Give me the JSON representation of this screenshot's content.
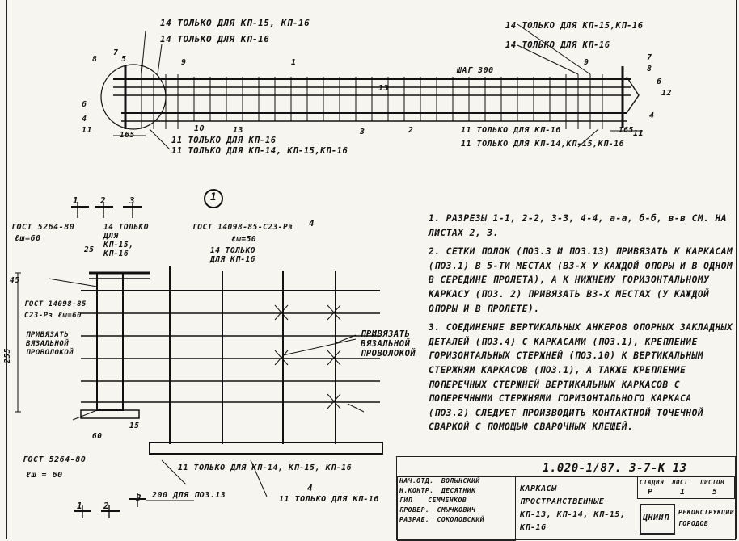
{
  "top_view": {
    "labels": {
      "k1": "14 ТОЛЬКО ДЛЯ КП-15, КП-16",
      "k2": "14 ТОЛЬКО ДЛЯ КП-16",
      "k3": "14 ТОЛЬКО ДЛЯ КП-15,КП-16",
      "k4": "14 ТОЛЬКО ДЛЯ КП-16",
      "b1": "11 ТОЛЬКО ДЛЯ КП-16",
      "b2": "11 ТОЛЬКО ДЛЯ КП-14, КП-15,КП-16",
      "b3": "11 ТОЛЬКО ДЛЯ КП-16",
      "b4": "11 ТОЛЬКО ДЛЯ КП-14,КП-15,КП-16",
      "step": "ШАГ 300",
      "dim_left": "165",
      "dim_right": "165"
    },
    "numbers": [
      "8",
      "7",
      "5",
      "9",
      "1",
      "6",
      "4",
      "11",
      "10",
      "13",
      "3",
      "2",
      "13",
      "9",
      "7",
      "8",
      "6",
      "12",
      "4",
      "11"
    ]
  },
  "section_view": {
    "circle_label": "1",
    "section_marks": [
      "1",
      "2",
      "3",
      "1",
      "2",
      "3",
      "4",
      "4"
    ],
    "labels": {
      "gost_top_left": "ГОСТ 5264-80",
      "esh_top_left": "ℓш=60",
      "only_15_16": "14 ТОЛЬКО ДЛЯ КП-15, КП-16",
      "gost_top_mid": "ГОСТ 14098-85-С23-Рз",
      "esh_mid": "ℓш=50",
      "only_16": "14 ТОЛЬКО ДЛЯ КП-16",
      "gost_left_mid": "ГОСТ 14098-85",
      "gost_left_mid2": "С23-Рз ℓш=60",
      "tie_wire_left": "ПРИВЯЗАТЬ ВЯЗАЛЬНОЙ ПРОВОЛОКОЙ",
      "tie_wire_right": "ПРИВЯЗАТЬ ВЯЗАЛЬНОЙ ПРОВОЛОКОЙ",
      "gost_bottom": "ГОСТ 5264-80",
      "esh_bottom": "ℓш = 60",
      "bottom_only_1": "11 ТОЛЬКО ДЛЯ КП-14, КП-15, КП-16",
      "bottom_only_2": "11 ТОЛЬКО ДЛЯ КП-16",
      "dim_200": "200 ДЛЯ ПОЗ.13",
      "dim_255": "255",
      "dim_45": "45",
      "dim_25": "25",
      "dim_60": "60",
      "dim_15": "15"
    }
  },
  "notes": [
    "1. РАЗРЕЗЫ 1-1, 2-2, 3-3, 4-4, а-а, б-б, в-в СМ. НА ЛИСТАХ 2, 3.",
    "2. СЕТКИ ПОЛОК (ПОЗ.3 И ПОЗ.13) ПРИВЯЗАТЬ К КАРКАСАМ (ПОЗ.1) В 5-ТИ МЕСТАХ (ВЗ-Х У КАЖДОЙ ОПОРЫ И В ОДНОМ В СЕРЕДИНЕ ПРОЛЕТА), А К НИЖНЕМУ ГОРИЗОНТАЛЬНОМУ КАРКАСУ (ПОЗ. 2) ПРИВЯЗАТЬ ВЗ-Х МЕСТАХ (У КАЖДОЙ ОПОРЫ И В ПРОЛЕТЕ).",
    "3. СОЕДИНЕНИЕ ВЕРТИКАЛЬНЫХ АНКЕРОВ ОПОРНЫХ ЗАКЛАДНЫХ ДЕТАЛЕЙ (ПОЗ.4) С КАРКАСАМИ (ПОЗ.1), КРЕПЛЕНИЕ ГОРИЗОНТАЛЬНЫХ СТЕРЖНЕЙ (ПОЗ.10) К ВЕРТИКАЛЬНЫМ СТЕРЖНЯМ КАРКАСОВ (ПОЗ.1), А ТАКЖЕ КРЕПЛЕНИЕ ПОПЕРЕЧНЫХ СТЕРЖНЕЙ ВЕРТИКАЛЬНЫХ КАРКАСОВ С ПОПЕРЕЧНЫМИ СТЕРЖНЯМИ ГОРИЗОНТАЛЬНОГО КАРКАСА (ПОЗ.2) СЛЕДУЕТ ПРОИЗВОДИТЬ КОНТАКТНОЙ ТОЧЕЧНОЙ СВАРКОЙ С ПОМОЩЬЮ СВАРОЧНЫХ КЛЕЩЕЙ."
  ],
  "title_block": {
    "doc_number": "1.020-1/87. 3-7-К 13",
    "title": "КАРКАСЫ ПРОСТРАНСТВЕННЫЕ КП-13, КП-14, КП-15, КП-16",
    "stage_header": "СТАДИЯ",
    "sheet_header": "ЛИСТ",
    "sheets_header": "ЛИСТОВ",
    "stage": "Р",
    "sheet": "1",
    "sheets": "5",
    "org_logo": "ЦНИИП",
    "org_name": "РЕКОНСТРУКЦИИ ГОРОДОВ",
    "roles": [
      {
        "role": "НАЧ.ОТД.",
        "name": "ВОЛЫНСКИЙ"
      },
      {
        "role": "Н.КОНТР.",
        "name": "ДЕСЯТНИК"
      },
      {
        "role": "ГИП",
        "name": "СЕМЧЕНКОВ"
      },
      {
        "role": "ПРОВЕР.",
        "name": "СМЫЧКОВИЧ"
      },
      {
        "role": "РАЗРАБ.",
        "name": "СОКОЛОВСКИЙ"
      }
    ]
  }
}
